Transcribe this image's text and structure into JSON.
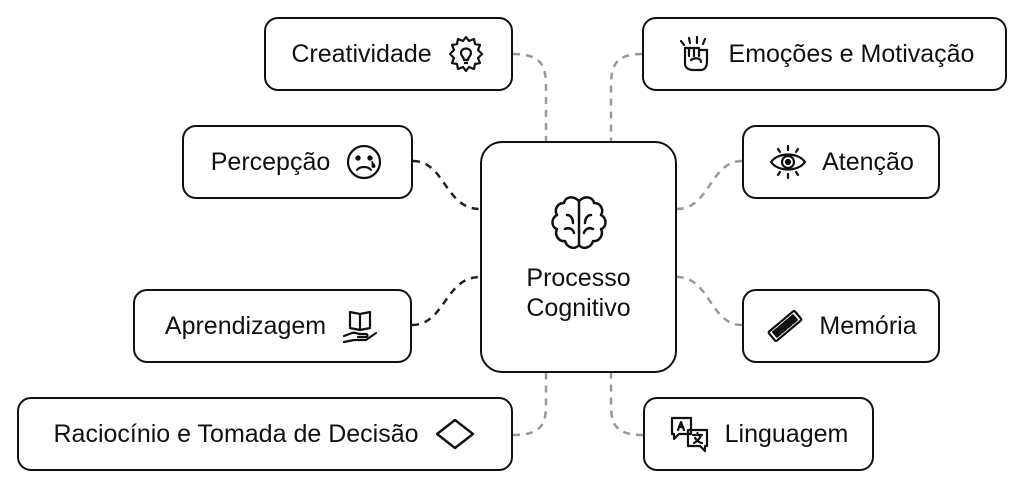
{
  "center": {
    "line1": "Processo",
    "line2": "Cognitivo",
    "icon": "brain-icon"
  },
  "nodes": {
    "creatividade": {
      "label": "Creatividade",
      "icon": "lightbulb-gear-icon"
    },
    "percepcao": {
      "label": "Percepção",
      "icon": "sad-face-icon"
    },
    "aprendizagem": {
      "label": "Aprendizagem",
      "icon": "book-hand-icon"
    },
    "raciocinio": {
      "label": "Raciocínio e Tomada de Decisão",
      "icon": "diamond-icon"
    },
    "emocoes": {
      "label": "Emoções e Motivação",
      "icon": "fist-icon"
    },
    "atencao": {
      "label": "Atenção",
      "icon": "eye-icon"
    },
    "memoria": {
      "label": "Memória",
      "icon": "memory-chip-icon"
    },
    "linguagem": {
      "label": "Linguagem",
      "icon": "translate-icon"
    }
  },
  "colors": {
    "connector_left": "#222222",
    "connector_right": "#999999",
    "stroke": "#111111"
  }
}
